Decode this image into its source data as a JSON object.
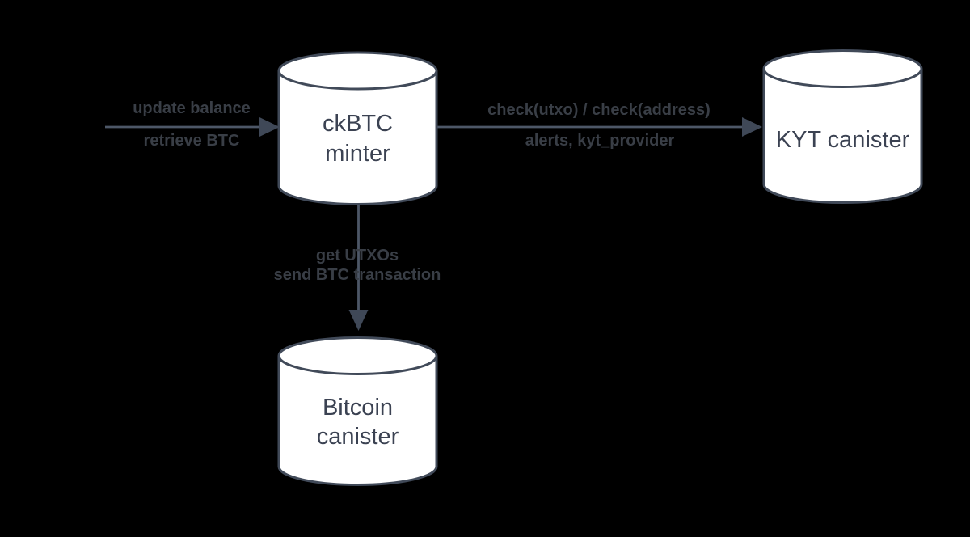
{
  "diagram": {
    "type": "architecture-flow",
    "background_color": "#000000",
    "node_fill_color": "#ffffff",
    "node_stroke_color": "#414a59",
    "node_text_color": "#3b4252",
    "edge_line_color": "#4d5767",
    "edge_text_color": "#393e46",
    "nodes": [
      {
        "id": "ckbtc-minter",
        "shape": "cylinder",
        "line1": "ckBTC",
        "line2": "minter"
      },
      {
        "id": "kyt-canister",
        "shape": "cylinder",
        "line1": "KYT canister",
        "line2": ""
      },
      {
        "id": "bitcoin-canister",
        "shape": "cylinder",
        "line1": "Bitcoin",
        "line2": "canister"
      }
    ],
    "edges": [
      {
        "id": "incoming-to-ckbtc-minter",
        "direction": "right",
        "target": "ckbtc-minter",
        "label_above": "update balance",
        "label_below": "retrieve BTC"
      },
      {
        "id": "ckbtc-minter-to-kyt-canister",
        "direction": "right",
        "source": "ckbtc-minter",
        "target": "kyt-canister",
        "label_above": "check(utxo) / check(address)",
        "label_below": "alerts, kyt_provider"
      },
      {
        "id": "ckbtc-minter-to-bitcoin-canister",
        "direction": "down",
        "source": "ckbtc-minter",
        "target": "bitcoin-canister",
        "label_above": "get UTXOs",
        "label_below": "send BTC transaction"
      }
    ]
  }
}
